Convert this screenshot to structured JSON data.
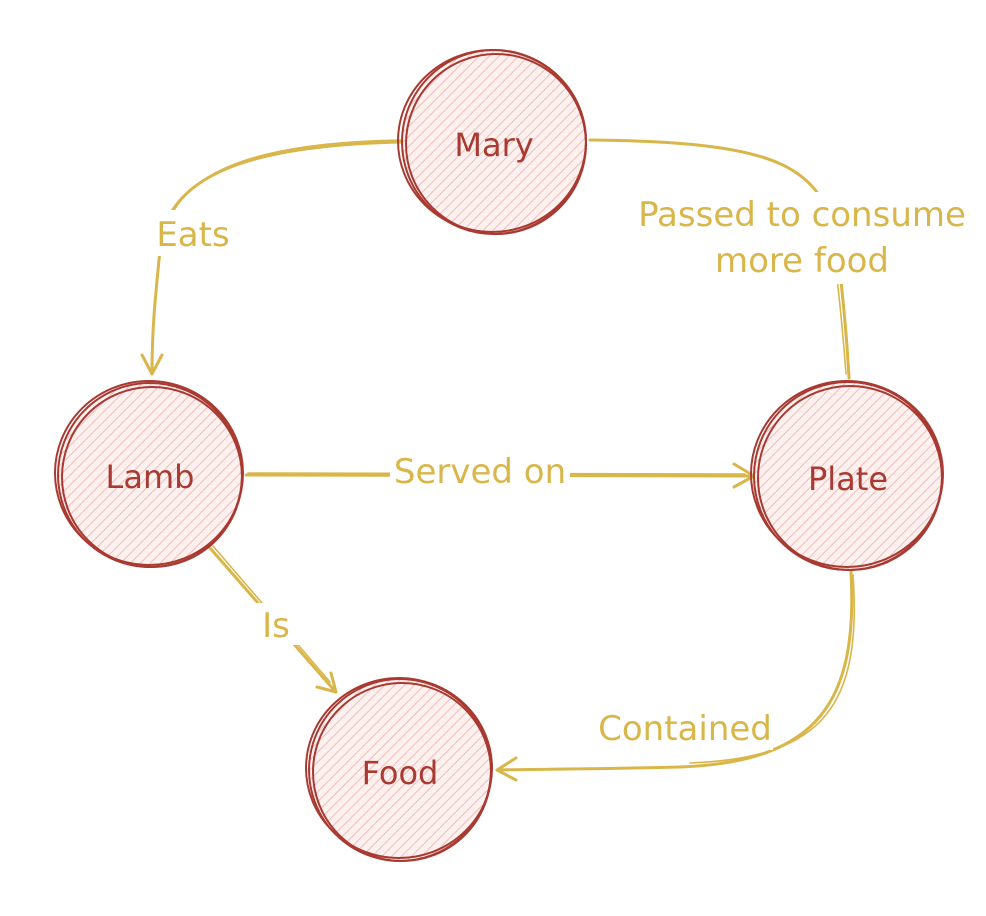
{
  "colors": {
    "node_stroke": "#a83a32",
    "node_hatch": "#f2c7c4",
    "node_text": "#a83a32",
    "edge": "#d9b64a",
    "edge_text": "#d9b64a",
    "background": "#ffffff"
  },
  "nodes": {
    "mary": {
      "label": "Mary"
    },
    "lamb": {
      "label": "Lamb"
    },
    "plate": {
      "label": "Plate"
    },
    "food": {
      "label": "Food"
    }
  },
  "edges": {
    "eats": {
      "label": "Eats",
      "from": "Mary",
      "to": "Lamb"
    },
    "served_on": {
      "label": "Served on",
      "from": "Lamb",
      "to": "Plate"
    },
    "is": {
      "label": "Is",
      "from": "Lamb",
      "to": "Food"
    },
    "contained": {
      "label": "Contained",
      "from": "Plate",
      "to": "Food"
    },
    "passed": {
      "label_line1": "Passed to consume",
      "label_line2": "more food",
      "from": "Plate",
      "to": "Mary"
    }
  }
}
